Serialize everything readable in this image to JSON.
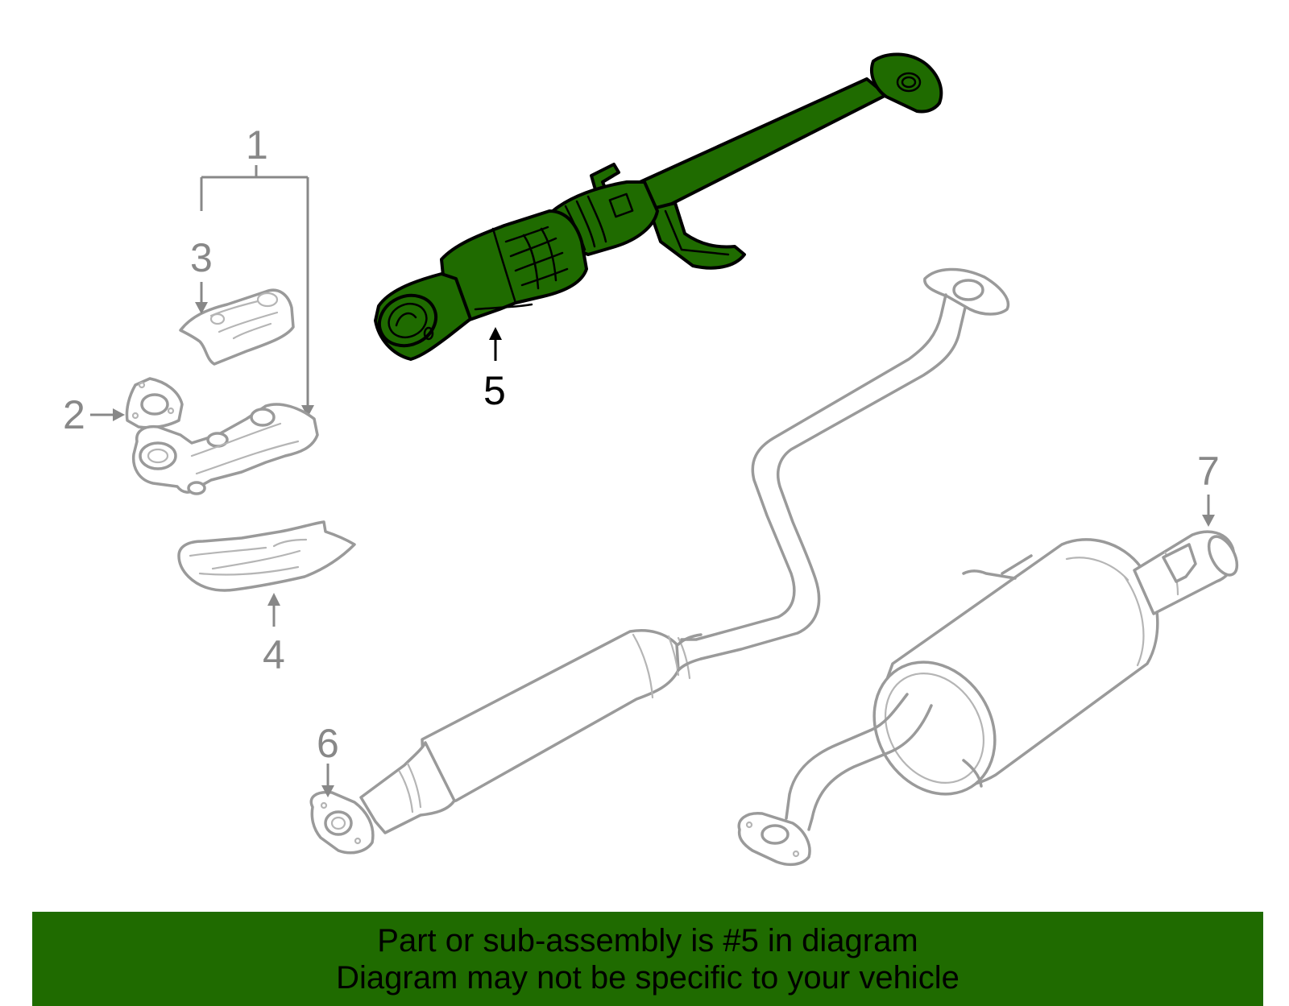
{
  "callouts": {
    "c1": "1",
    "c2": "2",
    "c3": "3",
    "c4": "4",
    "c5": "5",
    "c6": "6",
    "c7": "7"
  },
  "highlighted_part": "5",
  "colors": {
    "highlight": "#1f6b00",
    "banner": "#1f6b00",
    "part_outline": "#9a9a9a",
    "callout_gray": "#888888"
  },
  "banner": {
    "line1": "Part or sub-assembly is #5 in diagram",
    "line2": "Diagram may not be specific to your vehicle"
  }
}
